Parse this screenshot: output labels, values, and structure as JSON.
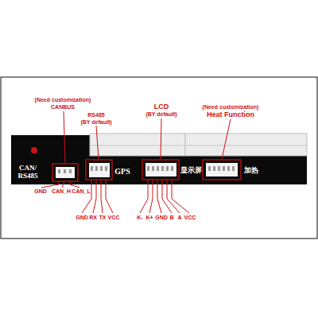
{
  "diagram": {
    "labels": [
      "(Need customization)",
      "CANBUS",
      "RS485",
      "(BY default)",
      "LCD",
      "(BY default)",
      "(Need customization)",
      "Heat Function",
      "CAN/ RS485",
      "GPS",
      "显示屏",
      "加热",
      "GND",
      "CAN_H",
      "CAN_L",
      "GND",
      "RX",
      "TX",
      "VCC",
      "K-",
      "K+",
      "GND",
      "B",
      "A",
      "VCC"
    ]
  }
}
